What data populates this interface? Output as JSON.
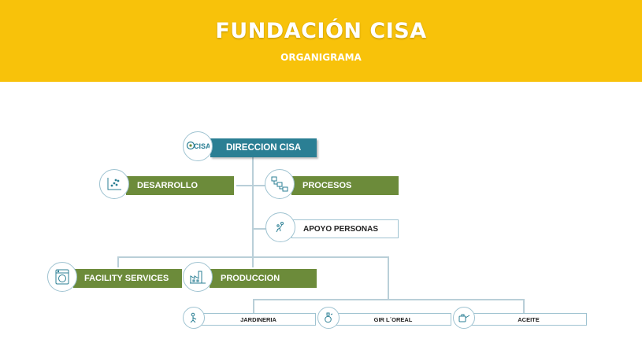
{
  "header": {
    "title": "FUNDACIÓN CISA",
    "subtitle": "ORGANIGRAMA"
  },
  "nodes": {
    "direccion": {
      "label": "DIRECCION CISA",
      "icon": "cisa-logo-icon",
      "logo_text": "CISA"
    },
    "desarrollo": {
      "label": "DESARROLLO",
      "icon": "scatter-chart-icon"
    },
    "procesos": {
      "label": "PROCESOS",
      "icon": "flowchart-icon"
    },
    "apoyo": {
      "label": "APOYO PERSONAS",
      "icon": "people-support-icon"
    },
    "facility": {
      "label": "FACILITY SERVICES",
      "icon": "washing-machine-icon"
    },
    "produccion": {
      "label": "PRODUCCION",
      "icon": "factory-icon"
    },
    "jardineria": {
      "label": "JARDINERIA",
      "icon": "gardener-icon"
    },
    "gir": {
      "label": "GIR L´OREAL",
      "icon": "perfume-bottle-icon"
    },
    "aceite": {
      "label": "ACEITE",
      "icon": "oil-can-icon"
    }
  },
  "colors": {
    "banner": "#f8c20a",
    "green": "#6c8b3a",
    "teal": "#2b7f94",
    "connector": "#b9cfd8"
  }
}
